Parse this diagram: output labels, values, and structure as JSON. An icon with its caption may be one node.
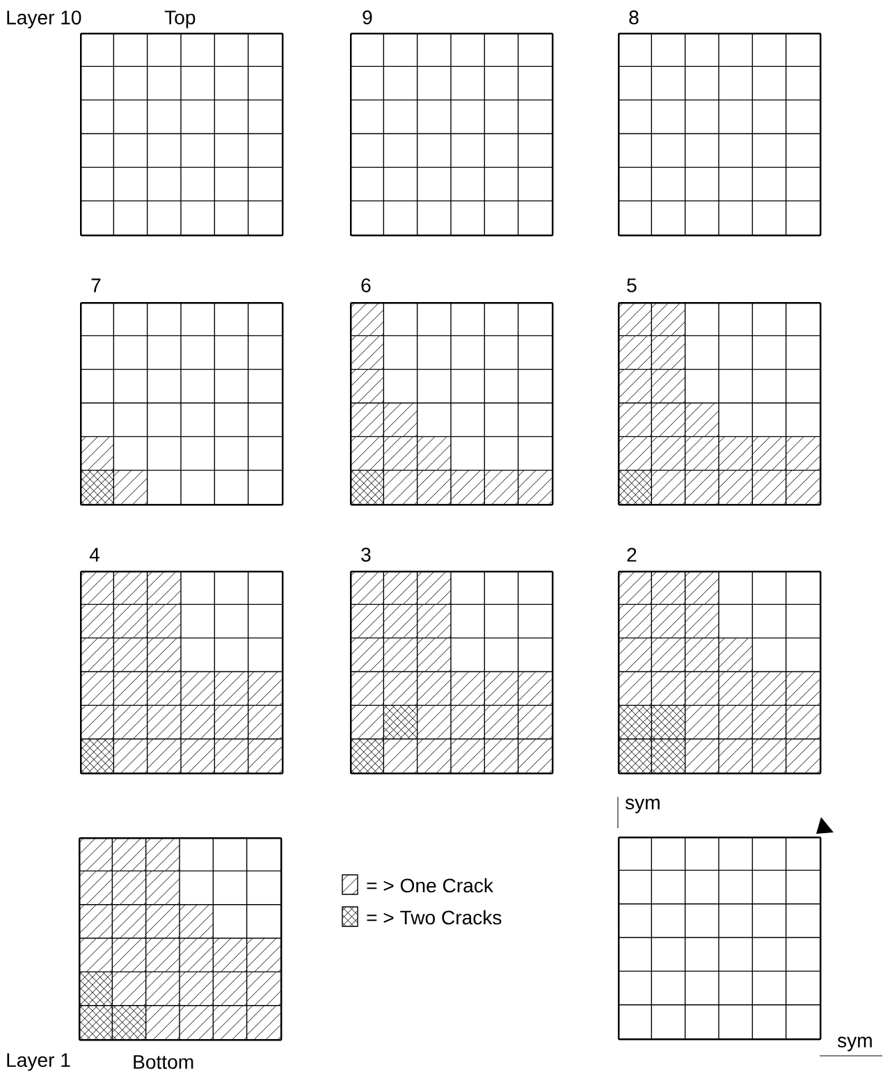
{
  "diagram": {
    "nodes": [
      {
        "text": [
          "Layer 10",
          "Top"
        ]
      },
      {
        "text": [
          "9"
        ]
      },
      {
        "text": [
          "8"
        ]
      },
      {
        "text": [
          "7"
        ]
      },
      {
        "text": [
          "6"
        ]
      },
      {
        "text": [
          "5"
        ]
      },
      {
        "text": [
          "4"
        ]
      },
      {
        "text": [
          "3"
        ]
      },
      {
        "text": [
          "2"
        ]
      },
      {
        "text": [
          "Layer 1",
          "Bottom"
        ]
      },
      {
        "text": [],
        "shape": "grid",
        "beside": [
          "sym",
          "sym"
        ]
      }
    ],
    "legend": [
      {
        "text": "= > One Crack"
      },
      {
        "text": "= > Two Cracks"
      }
    ]
  }
}
